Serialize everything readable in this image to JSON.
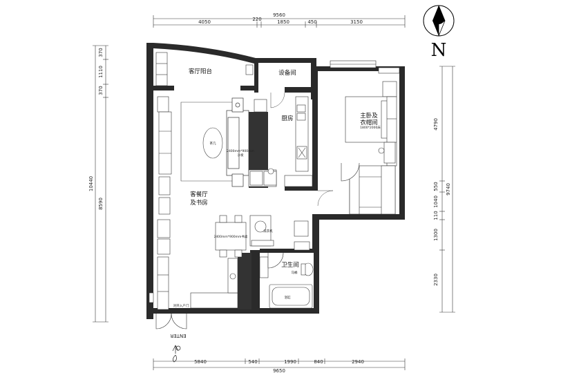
{
  "dimensions": {
    "top_total": "9560",
    "top_segments": [
      "4050",
      "220",
      "1850",
      "450",
      "3150"
    ],
    "bottom_total": "9650",
    "bottom_segments": [
      "5840",
      "540",
      "1990",
      "840",
      "2940"
    ],
    "left_total": "10440",
    "left_segments": [
      "370",
      "1110",
      "370",
      "8590"
    ],
    "right_total": "9740",
    "right_segments": [
      "4790",
      "550",
      "1040",
      "110",
      "1300",
      "2330"
    ]
  },
  "rooms": {
    "living_balcony": "客厅阳台",
    "equipment_room": "设备间",
    "kitchen": "厨房",
    "master_bedroom_line1": "主卧及",
    "master_bedroom_line2": "衣帽间",
    "living_dining_line1": "客餐厅",
    "living_dining_line2": "及书房",
    "bathroom": "卫生间"
  },
  "furniture": {
    "bed_size": "1800*2000床",
    "sofa": "2400mm*900mm\n沙发",
    "table": "2400mm*900mm书桌",
    "tea_table": "茶几",
    "washing_machine": "洗衣机",
    "toilet": "马桶",
    "bathtub": "浴缸",
    "entry_door": "对开入户门"
  },
  "labels": {
    "enter": "ENTER",
    "north": "N"
  }
}
